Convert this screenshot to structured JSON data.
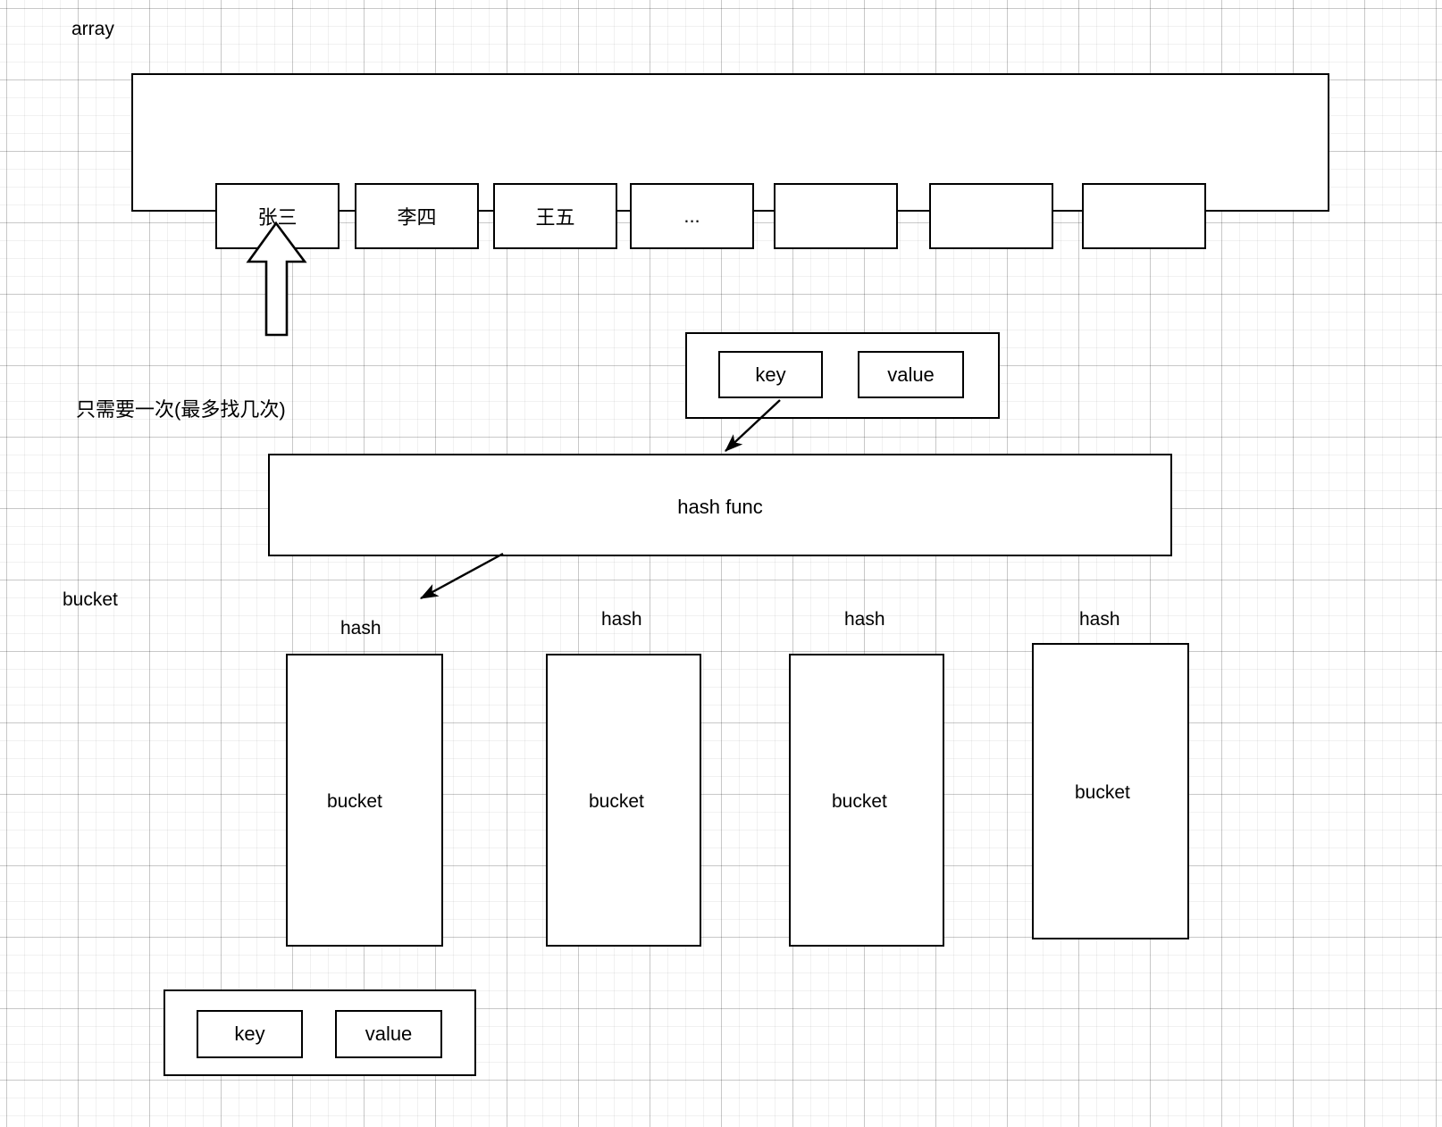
{
  "diagram": {
    "title": "hash map structure diagram",
    "background": "#ffffff",
    "stroke_color": "#000000",
    "grid_minor_color": "#f0f0f0",
    "grid_major_color": "#d9d9d9"
  },
  "labels": {
    "array": "array",
    "once_note": "只需要一次(最多找几次)",
    "bucket_group": "bucket"
  },
  "array": {
    "cells": [
      {
        "text": "张三"
      },
      {
        "text": "李四"
      },
      {
        "text": "王五"
      },
      {
        "text": "..."
      },
      {
        "text": ""
      },
      {
        "text": ""
      },
      {
        "text": ""
      }
    ]
  },
  "kv_top": {
    "key_label": "key",
    "value_label": "value"
  },
  "hash_func": {
    "label": "hash func"
  },
  "buckets": [
    {
      "hash_label": "hash",
      "body_label": "bucket"
    },
    {
      "hash_label": "hash",
      "body_label": "bucket"
    },
    {
      "hash_label": "hash",
      "body_label": "bucket"
    },
    {
      "hash_label": "hash",
      "body_label": "bucket"
    }
  ],
  "kv_bottom": {
    "key_label": "key",
    "value_label": "value"
  },
  "arrows": [
    {
      "name": "array-up-arrow",
      "kind": "block-arrow-up"
    },
    {
      "name": "key-to-hashfunc-arrow",
      "kind": "line-arrow"
    },
    {
      "name": "hashfunc-to-bucket-arrow",
      "kind": "line-arrow"
    }
  ]
}
